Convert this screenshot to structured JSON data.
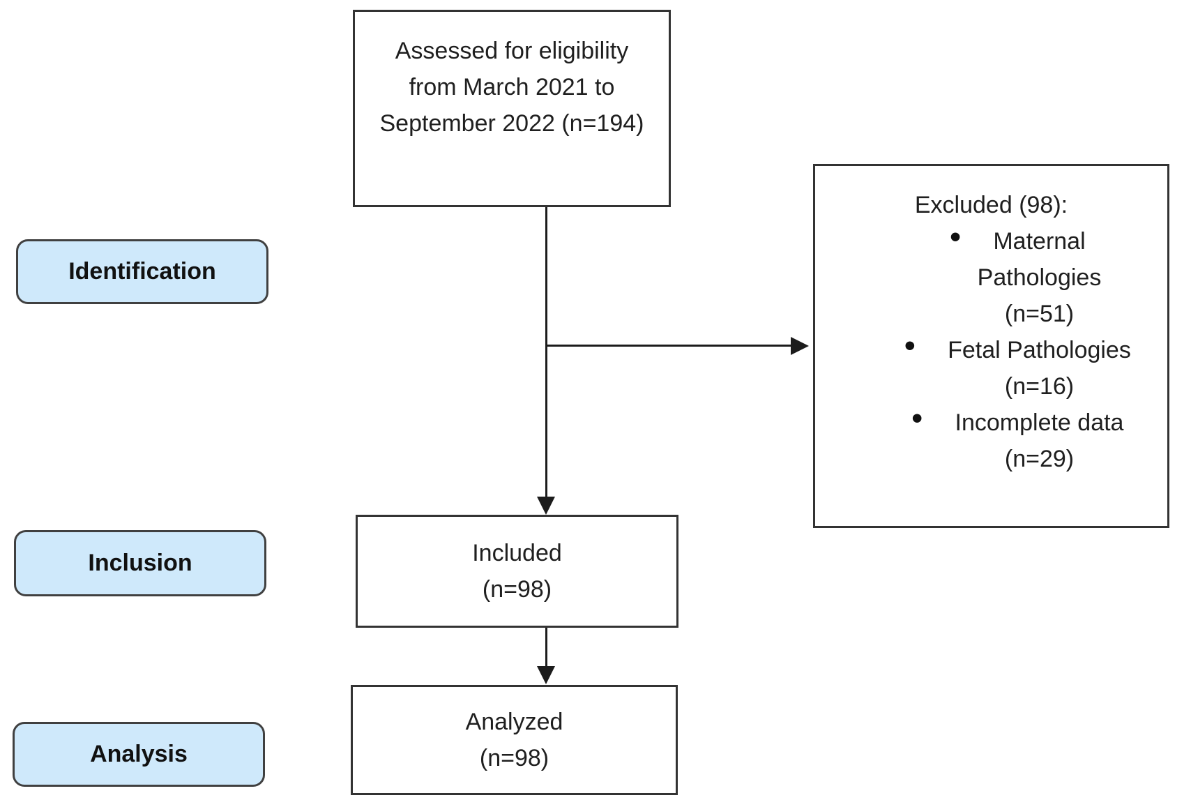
{
  "figure": {
    "background_color": "#ffffff",
    "line_color": "#1c1c1c",
    "box_border_color": "#333333",
    "stage_fill_color": "#cfe9fb",
    "stage_border_color": "#404040",
    "text_color": "#1f1f1f"
  },
  "stages": [
    {
      "label": "Identification"
    },
    {
      "label": "Inclusion"
    },
    {
      "label": "Analysis"
    }
  ],
  "boxes": {
    "assessed": {
      "lines": [
        "Assessed for eligibility",
        "from March 2021 to",
        "September 2022 (n=194)"
      ]
    },
    "excluded": {
      "title": "Excluded (98):",
      "bullet_glyph": "•",
      "items": [
        {
          "lines": [
            "Maternal",
            "Pathologies",
            "(n=51)"
          ]
        },
        {
          "lines": [
            "Fetal Pathologies",
            "(n=16)"
          ]
        },
        {
          "lines": [
            "Incomplete data",
            "(n=29)"
          ]
        }
      ]
    },
    "included": {
      "lines": [
        "Included",
        "(n=98)"
      ]
    },
    "analyzed": {
      "lines": [
        "Analyzed",
        "(n=98)"
      ]
    }
  }
}
